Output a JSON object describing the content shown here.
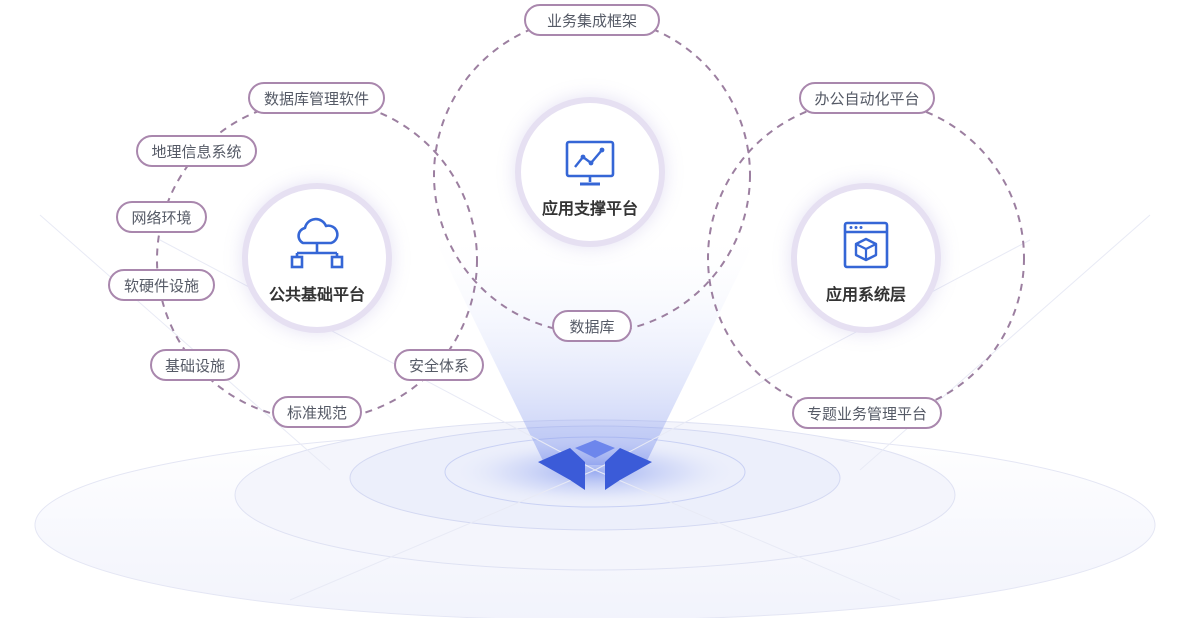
{
  "hubs": {
    "public_platform": {
      "label": "公共基础平台",
      "icon": "cloud-network-icon"
    },
    "app_support": {
      "label": "应用支撑平台",
      "icon": "monitor-chart-icon"
    },
    "app_system": {
      "label": "应用系统层",
      "icon": "box-window-icon"
    }
  },
  "tags": {
    "business_framework": "业务集成框架",
    "database_software": "数据库管理软件",
    "office_automation": "办公自动化平台",
    "gis": "地理信息系统",
    "network": "网络环境",
    "hardware_software": "软硬件设施",
    "database": "数据库",
    "infrastructure": "基础设施",
    "security": "安全体系",
    "standards": "标准规范",
    "special_business": "专题业务管理平台"
  },
  "colors": {
    "pill_border": "#a987ad",
    "dashed_circle": "#9c7fa0",
    "icon_blue": "#3566d6",
    "hub_ring": "#e6e0f2"
  }
}
